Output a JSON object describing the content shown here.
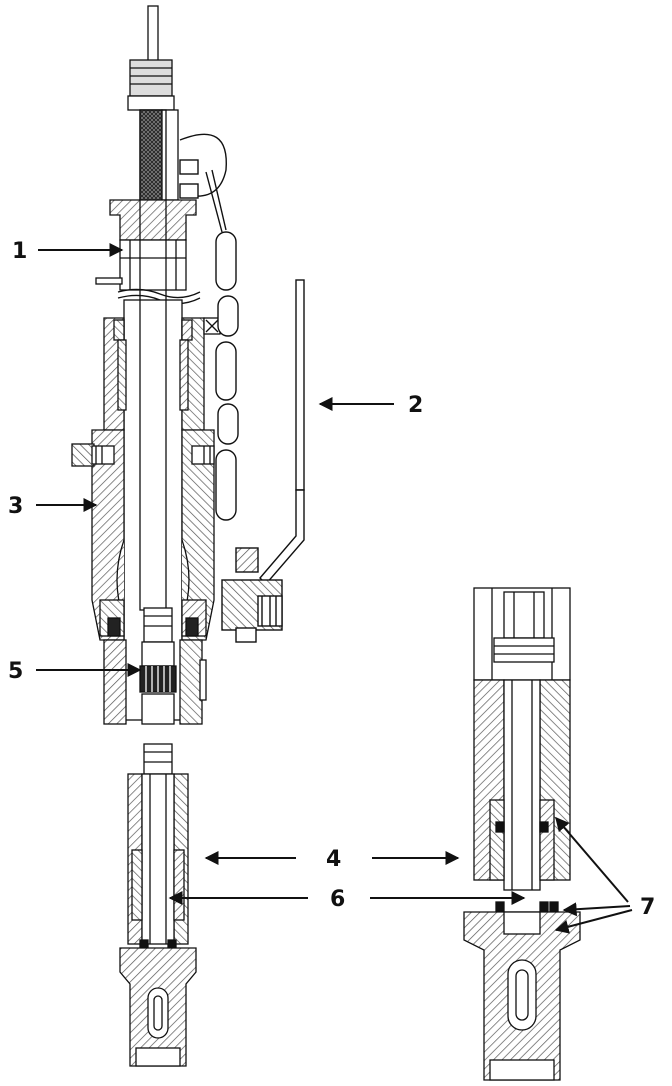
{
  "labels": {
    "l1": "1",
    "l2": "2",
    "l3": "3",
    "l4": "4",
    "l5": "5",
    "l6": "6",
    "l7": "7"
  },
  "colors": {
    "ink": "#111111",
    "hatch": "#6a6a6a",
    "fill_dark": "#222222",
    "paper": "#ffffff"
  }
}
